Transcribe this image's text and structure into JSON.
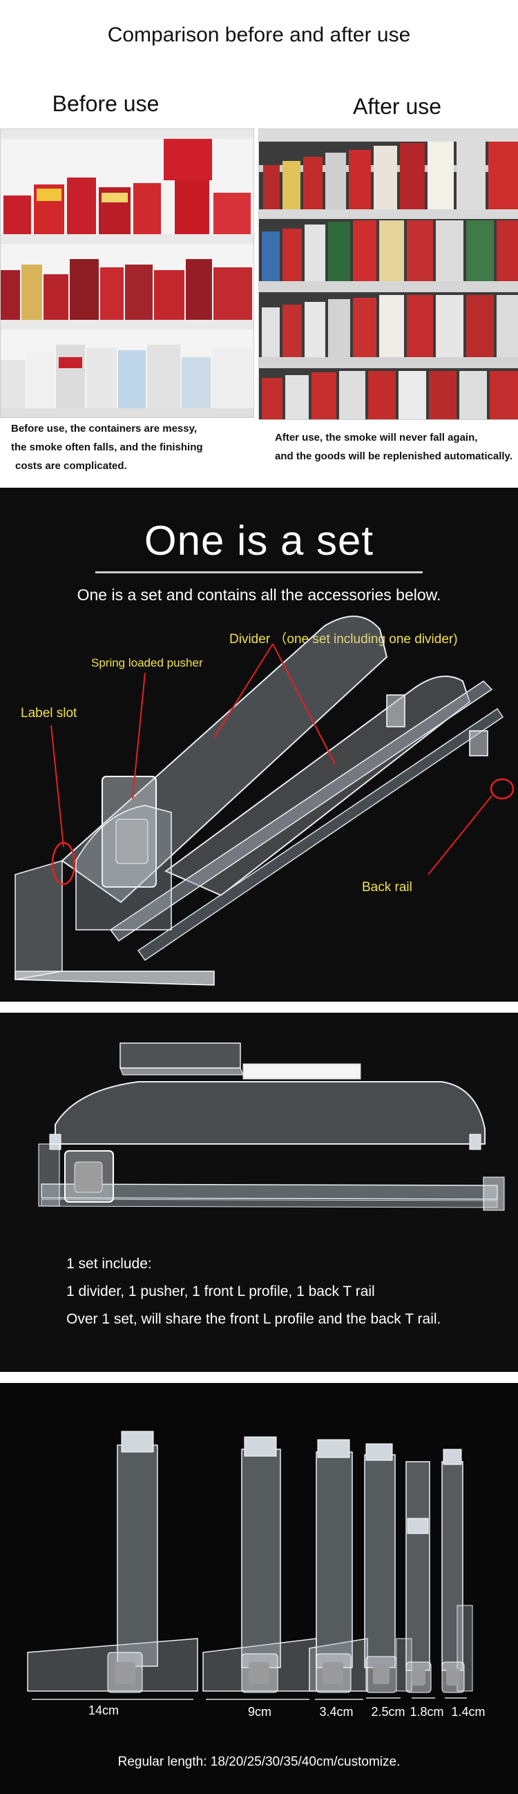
{
  "comparison": {
    "title": "Comparison before and after use",
    "before": {
      "heading": "Before use",
      "caption_lines": [
        "Before use, the containers are messy,",
        "the smoke often falls, and the finishing",
        "costs are complicated."
      ]
    },
    "after": {
      "heading": "After use",
      "caption_lines": [
        "After use, the smoke will never fall again,",
        "and the goods will be replenished automatically."
      ]
    }
  },
  "set": {
    "title": "One is a set",
    "subtitle": "One is a set and contains all the accessories below.",
    "labels": {
      "divider": "Divider （one set including one divider)",
      "pusher": "Spring loaded pusher",
      "label_slot": "Label slot",
      "back_rail": "Back rail"
    },
    "colors": {
      "label": "#f3e14a",
      "pointer": "#e52020"
    }
  },
  "include": {
    "heading": "1 set include:",
    "line1": "1 divider, 1 pusher, 1 front L profile, 1 back T rail",
    "line2": "Over 1 set, will share the front L profile and the back T rail."
  },
  "sizes": {
    "widths": [
      "14cm",
      "9cm",
      "3.4cm",
      "2.5cm",
      "1.8cm",
      "1.4cm"
    ],
    "regular": "Regular length: 18/20/25/30/35/40cm/customize."
  }
}
